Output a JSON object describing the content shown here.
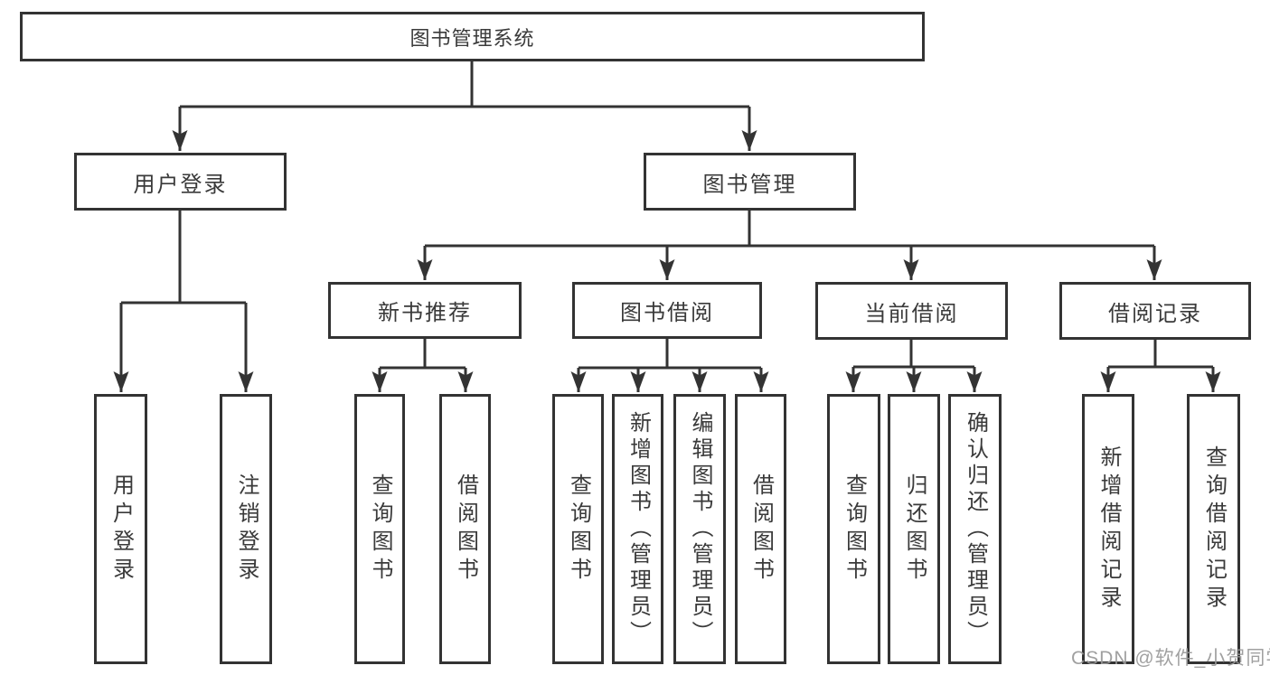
{
  "diagram": {
    "root": {
      "label": "图书管理系统"
    },
    "level2": [
      {
        "label": "用户登录"
      },
      {
        "label": "图书管理"
      }
    ],
    "level3": [
      {
        "label": "新书推荐"
      },
      {
        "label": "图书借阅"
      },
      {
        "label": "当前借阅"
      },
      {
        "label": "借阅记录"
      }
    ],
    "leaves": {
      "user_login": [
        "用户登录",
        "注销登录"
      ],
      "new_book": [
        "查询图书",
        "借阅图书"
      ],
      "book_borrow": [
        "查询图书",
        "新增图书（管理员）",
        "编辑图书（管理员）",
        "借阅图书"
      ],
      "current_borrow": [
        "查询图书",
        "归还图书",
        "确认归还（管理员）"
      ],
      "borrow_record": [
        "新增借阅记录",
        "查询借阅记录"
      ]
    }
  },
  "watermark": {
    "text": "CSDN @软件_小贺同学"
  },
  "colors": {
    "line": "#333333",
    "text": "#3a3a3a",
    "watermark": "#989898",
    "background": "#ffffff"
  }
}
